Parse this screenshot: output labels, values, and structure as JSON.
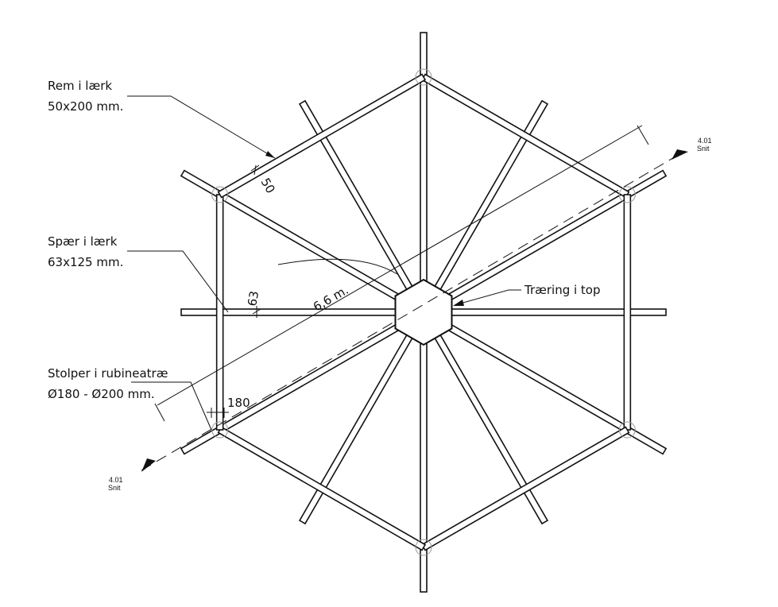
{
  "labels": {
    "rem_line1": "Rem i lærk",
    "rem_line2": "50x200 mm.",
    "spaer_line1": "Spær i lærk",
    "spaer_line2": "63x125 mm.",
    "stolper_line1": "Stolper i rubineatræ",
    "stolper_line2": "Ø180 - Ø200 mm.",
    "traering": "Træring i top"
  },
  "dimensions": {
    "rem_width": "50",
    "spaer_width": "63",
    "post_width": "180",
    "span": "6,6 m."
  },
  "section_markers": [
    {
      "number": "4.01",
      "name": "Snit"
    },
    {
      "number": "4.01",
      "name": "Snit"
    }
  ]
}
